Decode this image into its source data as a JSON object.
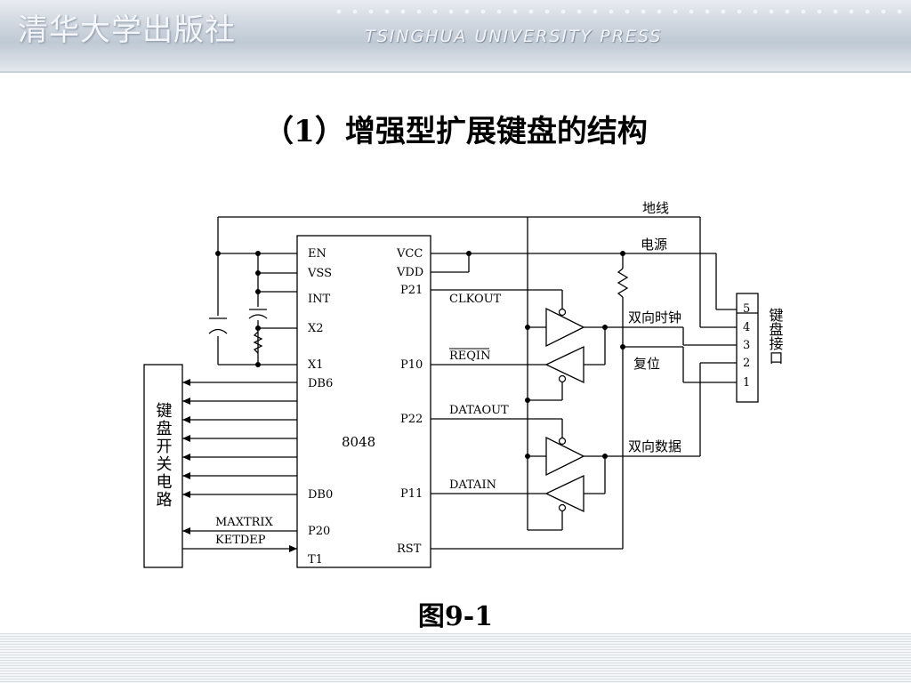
{
  "banner": {
    "cn": "清华大学出版社",
    "en": "TSINGHUA UNIVERSITY PRESS"
  },
  "slide_title": "（1）增强型扩展键盘的结构",
  "figure_caption": "图9-1",
  "diagram": {
    "chip_name": "8048",
    "chip_left_pins": [
      "EN",
      "VSS",
      "INT",
      "X2",
      "X1",
      "DB6",
      "DB0",
      "P20",
      "T1"
    ],
    "chip_right_pins": [
      "VCC",
      "VDD",
      "P21",
      "P10",
      "P22",
      "P11",
      "RST"
    ],
    "signals": [
      "CLKOUT",
      "REQIN",
      "DATAOUT",
      "DATAIN",
      "MAXTRIX",
      "KETDEP"
    ],
    "wire_labels": [
      "地线",
      "电源",
      "双向时钟",
      "复位",
      "双向数据"
    ],
    "connector_pins": [
      "5",
      "4",
      "3",
      "2",
      "1"
    ],
    "keyboard_connector_label": "键盘接口",
    "switch_circuit_label": "键盘开关电路"
  }
}
